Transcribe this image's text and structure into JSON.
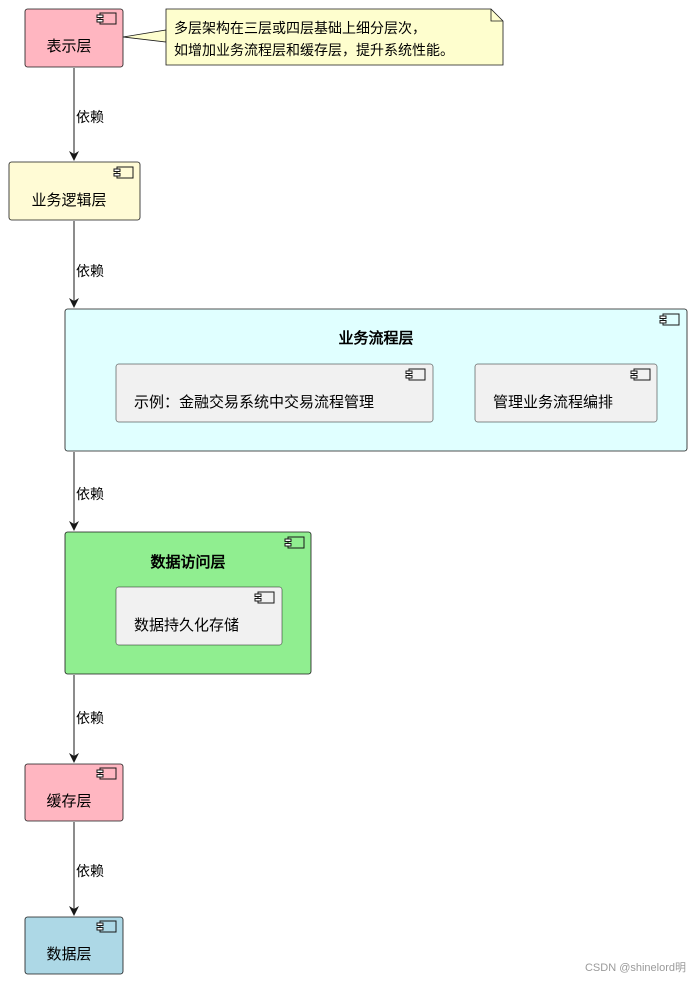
{
  "colors": {
    "presentation": "#ffb6c1",
    "business_logic": "#fffbd5",
    "workflow": "#e0ffff",
    "data_access": "#90ee90",
    "inner_component": "#f1f1f1",
    "cache": "#ffb6c1",
    "data": "#add8e6",
    "note": "#fefece",
    "stroke": "#181818"
  },
  "component_icon": "component-icon",
  "nodes": {
    "presentation": "表示层",
    "business_logic": "业务逻辑层",
    "workflow": {
      "title": "业务流程层",
      "example": "示例：金融交易系统中交易流程管理",
      "orchestration": "管理业务流程编排"
    },
    "data_access": {
      "title": "数据访问层",
      "persistence": "数据持久化存储"
    },
    "cache": "缓存层",
    "data": "数据层"
  },
  "note": {
    "line1": "多层架构在三层或四层基础上细分层次，",
    "line2": "如增加业务流程层和缓存层，提升系统性能。"
  },
  "edges": [
    "依赖",
    "依赖",
    "依赖",
    "依赖",
    "依赖"
  ],
  "watermark": "CSDN @shinelord明"
}
